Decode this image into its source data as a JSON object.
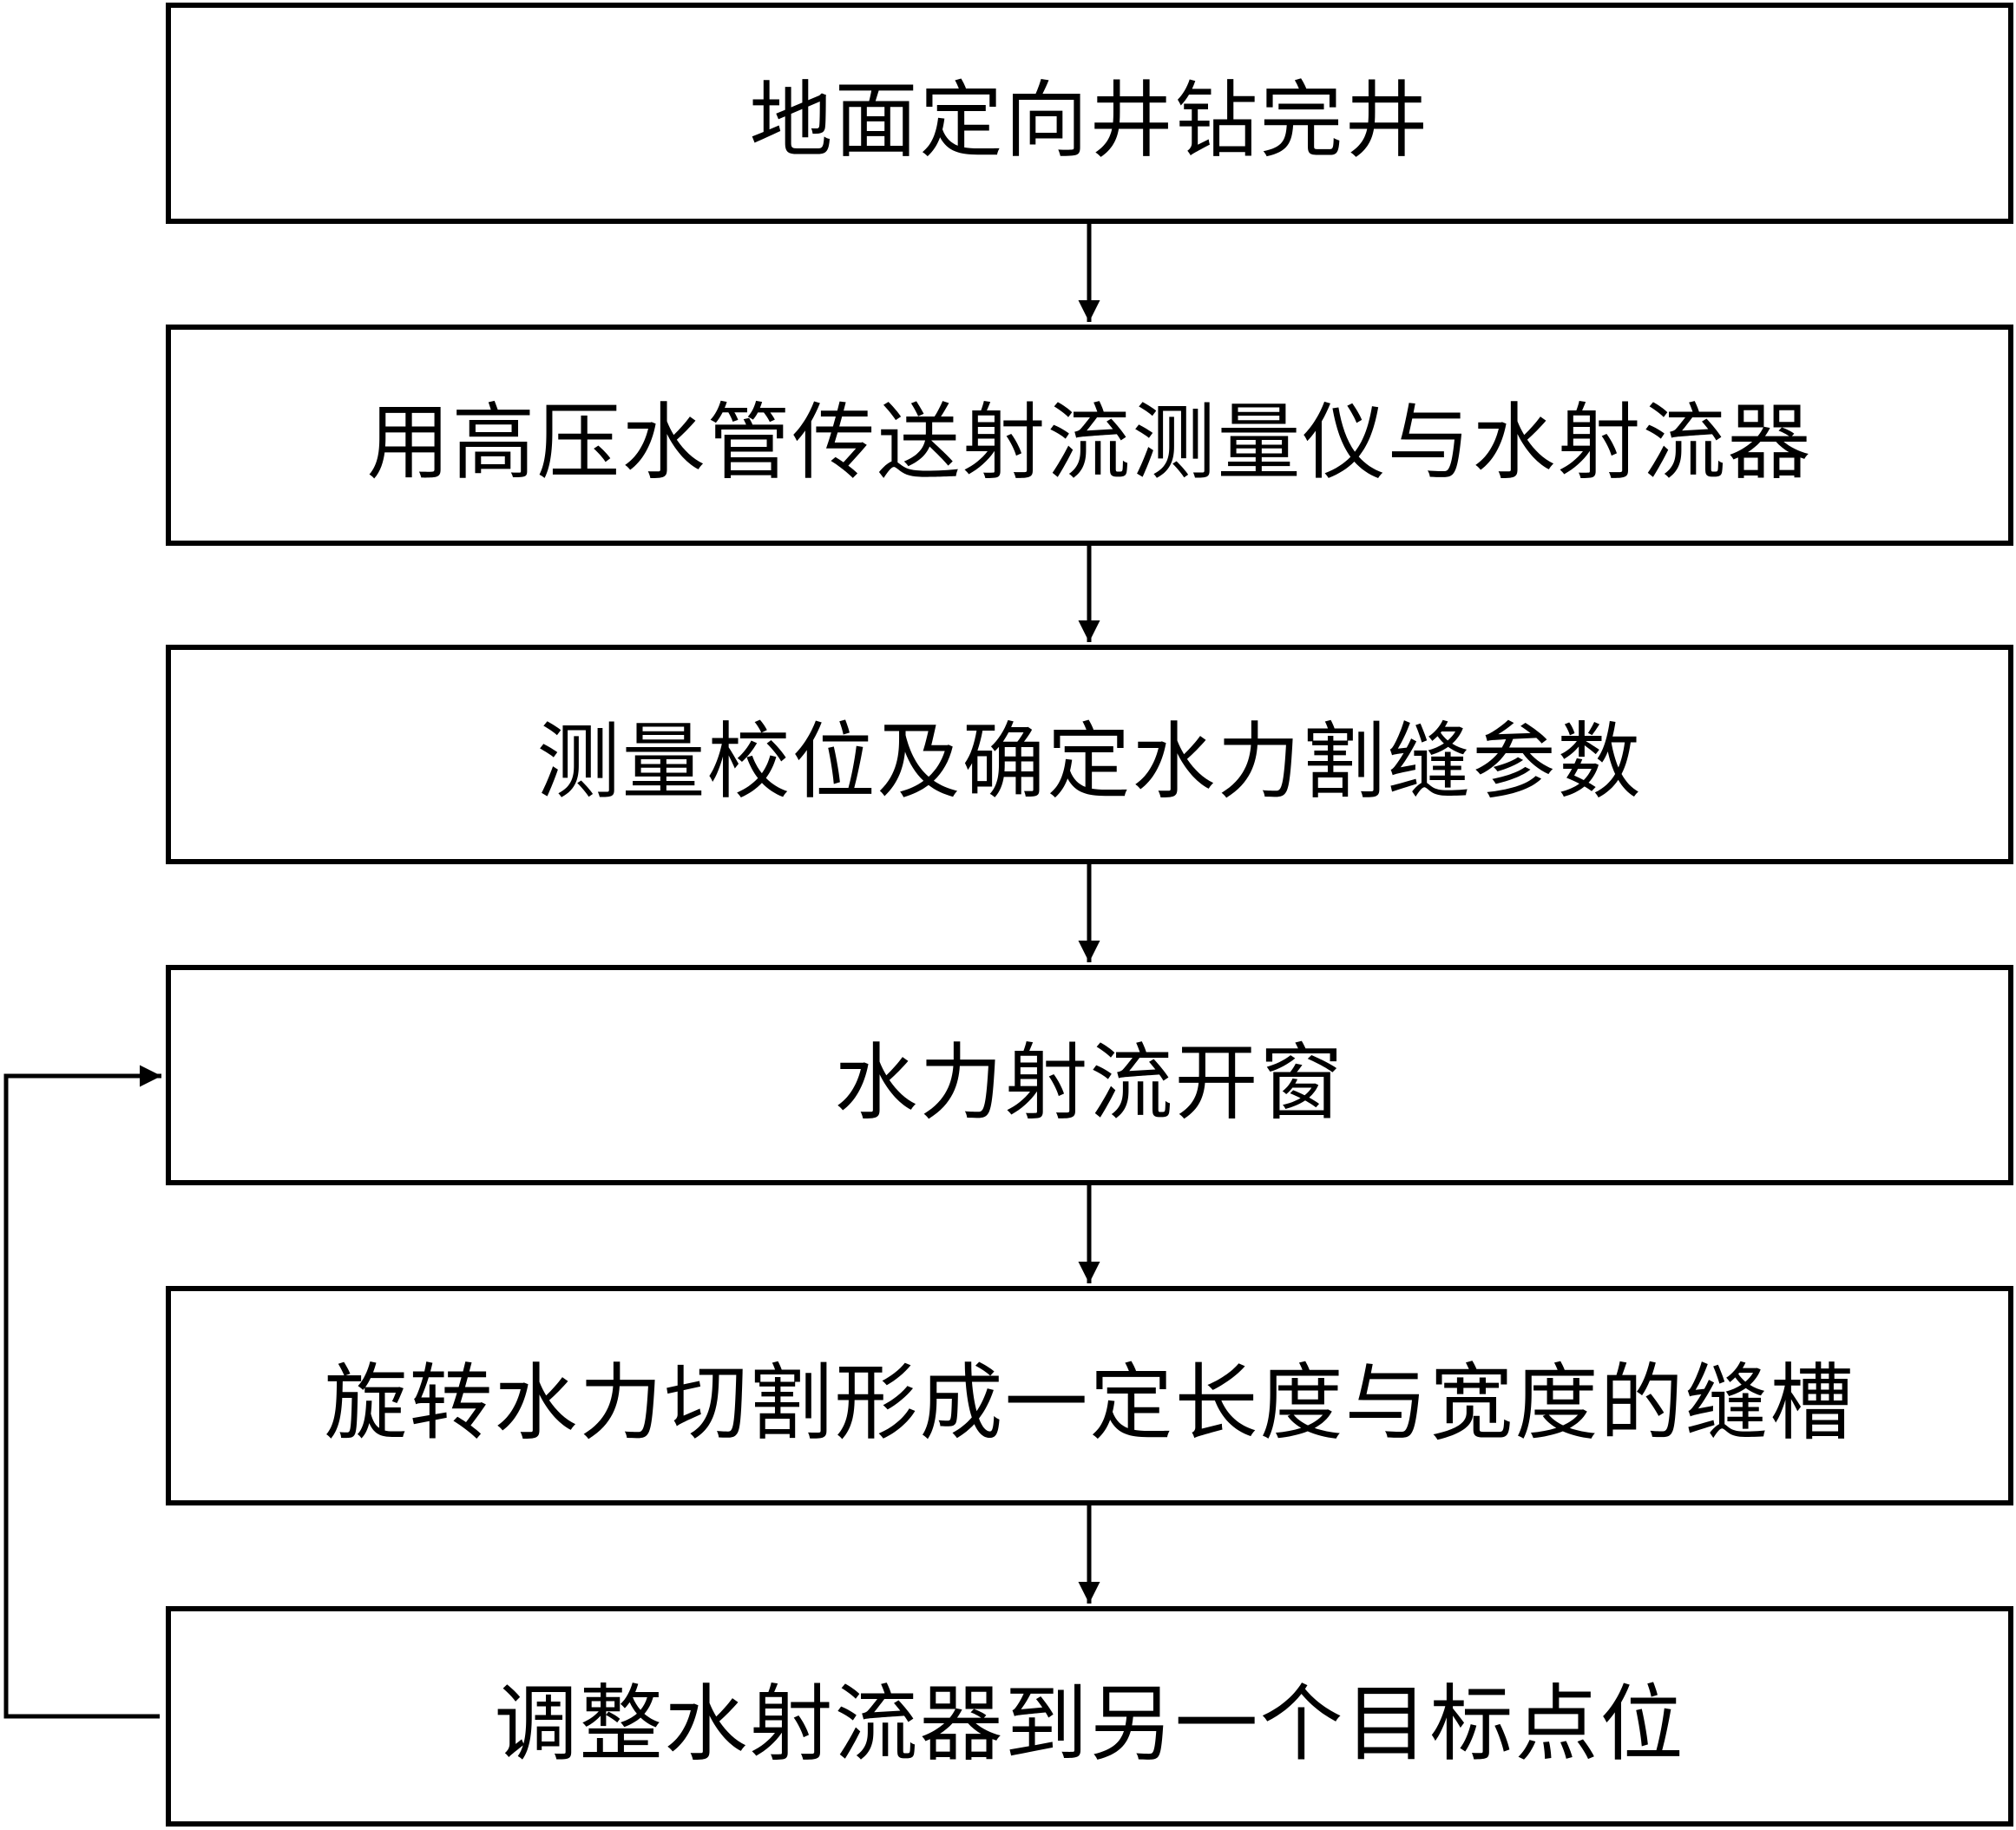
{
  "diagram": {
    "type": "flowchart",
    "line_color": "#000000",
    "box_fill": "#ffffff",
    "steps": [
      {
        "id": "s1",
        "label": "地面定向井钻完井"
      },
      {
        "id": "s2",
        "label": "用高压水管传送射流测量仪与水射流器"
      },
      {
        "id": "s3",
        "label": "测量校位及确定水力割缝参数"
      },
      {
        "id": "s4",
        "label": "水力射流开窗"
      },
      {
        "id": "s5",
        "label": "旋转水力切割形成一定长度与宽度的缝槽"
      },
      {
        "id": "s6",
        "label": "调整水射流器到另一个目标点位"
      }
    ],
    "edges": [
      {
        "from": "s1",
        "to": "s2"
      },
      {
        "from": "s2",
        "to": "s3"
      },
      {
        "from": "s3",
        "to": "s4"
      },
      {
        "from": "s4",
        "to": "s5"
      },
      {
        "from": "s5",
        "to": "s6"
      },
      {
        "from": "s6",
        "to": "s4",
        "kind": "loop-back"
      }
    ]
  }
}
